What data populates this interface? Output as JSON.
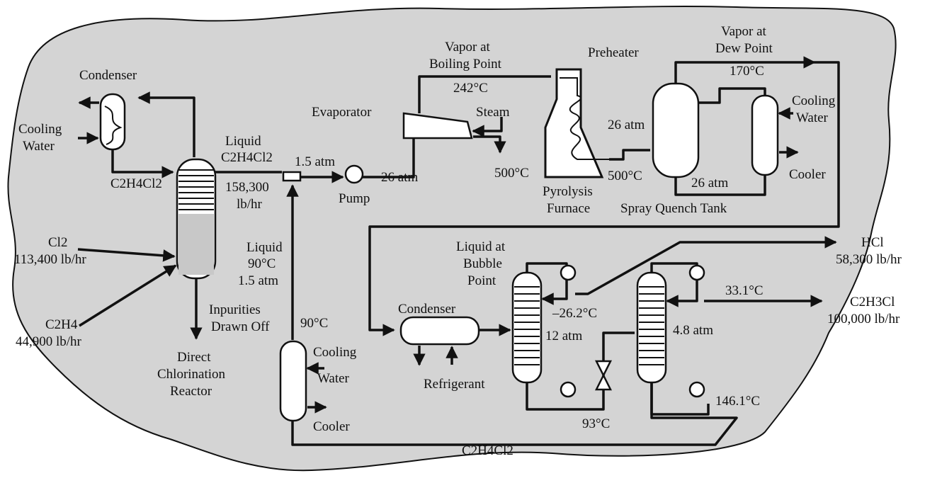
{
  "labels": {
    "condenser1": "Condenser",
    "cooling1a": "Cooling",
    "cooling1b": "Water",
    "edc_top": "C2H4Cl2",
    "liquid_hdr": "Liquid",
    "liquid_edc": "C2H4Cl2",
    "p15": "1.5 atm",
    "flow158": "158,300",
    "flow158u": "lb/hr",
    "cl2": "Cl2",
    "cl2flow": "113,400 lb/hr",
    "c2h4": "C2H4",
    "c2h4flow": "44,900 lb/hr",
    "liq2": "Liquid",
    "t90a": "90°C",
    "p15b": "1.5 atm",
    "impur1": "Inpurities",
    "impur2": "Drawn Off",
    "react1": "Direct",
    "react2": "Chlorination",
    "react3": "Reactor",
    "t90b": "90°C",
    "cool2a": "Cooling",
    "cool2b": "Water",
    "cooler2": "Cooler",
    "pump": "Pump",
    "p26": "26 atm",
    "evap": "Evaporator",
    "vap1": "Vapor at",
    "vap2": "Boiling Point",
    "t242": "242°C",
    "steam": "Steam",
    "preheater": "Preheater",
    "t500a": "500°C",
    "p26b": "26 atm",
    "t500b": "500°C",
    "pyro1": "Pyrolysis",
    "pyro2": "Furnace",
    "dew1": "Vapor at",
    "dew2": "Dew Point",
    "t170": "170°C",
    "cool3a": "Cooling",
    "cool3b": "Water",
    "cooler3": "Cooler",
    "p26c": "26 atm",
    "spray": "Spray Quench Tank",
    "hcl": "HCl",
    "hclflow": "58,300 lb/hr",
    "bub1": "Liquid at",
    "bub2": "Bubble",
    "bub3": "Point",
    "condenser2": "Condenser",
    "refrig": "Refrigerant",
    "tm262": "–26.2°C",
    "p12": "12 atm",
    "t93": "93°C",
    "t331": "33.1°C",
    "p48": "4.8 atm",
    "t1461": "146.1°C",
    "vcm": "C2H3Cl",
    "vcmflow": "100,000 lb/hr",
    "edc_bottom": "C2H4Cl2"
  }
}
